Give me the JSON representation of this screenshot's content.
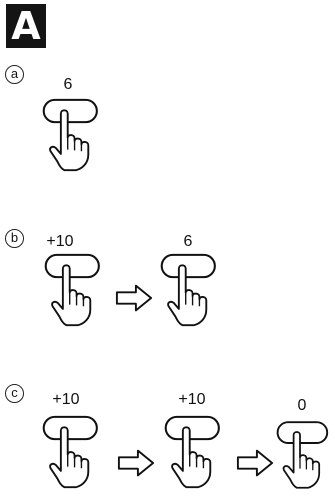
{
  "section": {
    "label": "A"
  },
  "steps": {
    "a": {
      "marker": "a",
      "keys": [
        "6"
      ]
    },
    "b": {
      "marker": "b",
      "keys": [
        "+10",
        "6"
      ]
    },
    "c": {
      "marker": "c",
      "keys": [
        "+10",
        "+10",
        "0"
      ]
    }
  },
  "icons": {
    "hand": "finger-press-icon",
    "arrow": "right-arrow-icon"
  },
  "colors": {
    "badge_bg": "#141414",
    "ink": "#111111"
  }
}
